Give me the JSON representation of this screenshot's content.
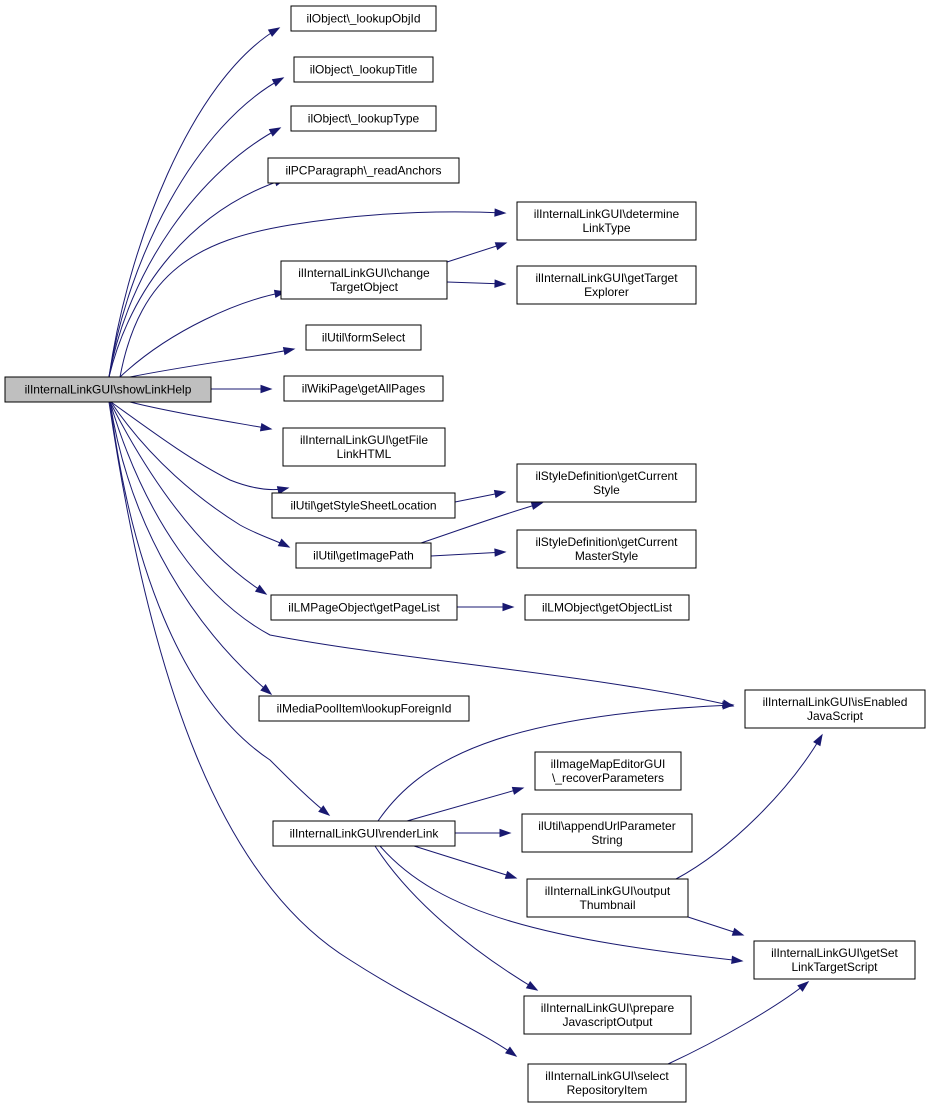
{
  "graph": {
    "edge_color": "#191970",
    "root_fill": "#bfbfbf",
    "nodes": [
      {
        "id": "root",
        "lines": [
          "ilInternalLinkGUI\\showLinkHelp"
        ],
        "root": true
      },
      {
        "id": "n1",
        "lines": [
          "ilObject\\_lookupObjId"
        ]
      },
      {
        "id": "n2",
        "lines": [
          "ilObject\\_lookupTitle"
        ]
      },
      {
        "id": "n3",
        "lines": [
          "ilObject\\_lookupType"
        ]
      },
      {
        "id": "n4",
        "lines": [
          "ilPCParagraph\\_readAnchors"
        ]
      },
      {
        "id": "n5",
        "lines": [
          "ilInternalLinkGUI\\change",
          "TargetObject"
        ]
      },
      {
        "id": "n6",
        "lines": [
          "ilInternalLinkGUI\\determine",
          "LinkType"
        ]
      },
      {
        "id": "n7",
        "lines": [
          "ilInternalLinkGUI\\getTarget",
          "Explorer"
        ]
      },
      {
        "id": "n8",
        "lines": [
          "ilUtil\\formSelect"
        ]
      },
      {
        "id": "n9",
        "lines": [
          "ilWikiPage\\getAllPages"
        ]
      },
      {
        "id": "n10",
        "lines": [
          "ilInternalLinkGUI\\getFile",
          "LinkHTML"
        ]
      },
      {
        "id": "n11",
        "lines": [
          "ilUtil\\getStyleSheetLocation"
        ]
      },
      {
        "id": "n12",
        "lines": [
          "ilStyleDefinition\\getCurrent",
          "Style"
        ]
      },
      {
        "id": "n13",
        "lines": [
          "ilUtil\\getImagePath"
        ]
      },
      {
        "id": "n14",
        "lines": [
          "ilStyleDefinition\\getCurrent",
          "MasterStyle"
        ]
      },
      {
        "id": "n15",
        "lines": [
          "ilLMPageObject\\getPageList"
        ]
      },
      {
        "id": "n16",
        "lines": [
          "ilLMObject\\getObjectList"
        ]
      },
      {
        "id": "n17",
        "lines": [
          "ilInternalLinkGUI\\isEnabled",
          "JavaScript"
        ]
      },
      {
        "id": "n18",
        "lines": [
          "ilMediaPoolItem\\lookupForeignId"
        ]
      },
      {
        "id": "n19",
        "lines": [
          "ilImageMapEditorGUI",
          "\\_recoverParameters"
        ]
      },
      {
        "id": "n20",
        "lines": [
          "ilInternalLinkGUI\\renderLink"
        ]
      },
      {
        "id": "n21",
        "lines": [
          "ilUtil\\appendUrlParameter",
          "String"
        ]
      },
      {
        "id": "n22",
        "lines": [
          "ilInternalLinkGUI\\output",
          "Thumbnail"
        ]
      },
      {
        "id": "n23",
        "lines": [
          "ilInternalLinkGUI\\getSet",
          "LinkTargetScript"
        ]
      },
      {
        "id": "n24",
        "lines": [
          "ilInternalLinkGUI\\prepare",
          "JavascriptOutput"
        ]
      },
      {
        "id": "n25",
        "lines": [
          "ilInternalLinkGUI\\select",
          "RepositoryItem"
        ]
      }
    ],
    "edges": [
      [
        "root",
        "n1"
      ],
      [
        "root",
        "n2"
      ],
      [
        "root",
        "n3"
      ],
      [
        "root",
        "n4"
      ],
      [
        "root",
        "n5"
      ],
      [
        "root",
        "n6"
      ],
      [
        "root",
        "n8"
      ],
      [
        "root",
        "n9"
      ],
      [
        "root",
        "n10"
      ],
      [
        "root",
        "n11"
      ],
      [
        "root",
        "n13"
      ],
      [
        "root",
        "n15"
      ],
      [
        "root",
        "n17"
      ],
      [
        "root",
        "n18"
      ],
      [
        "root",
        "n20"
      ],
      [
        "root",
        "n25"
      ],
      [
        "n5",
        "n6"
      ],
      [
        "n5",
        "n7"
      ],
      [
        "n11",
        "n12"
      ],
      [
        "n13",
        "n12"
      ],
      [
        "n13",
        "n14"
      ],
      [
        "n15",
        "n16"
      ],
      [
        "n20",
        "n17"
      ],
      [
        "n20",
        "n19"
      ],
      [
        "n20",
        "n21"
      ],
      [
        "n20",
        "n22"
      ],
      [
        "n20",
        "n23"
      ],
      [
        "n20",
        "n24"
      ],
      [
        "n22",
        "n17"
      ],
      [
        "n22",
        "n23"
      ],
      [
        "n25",
        "n23"
      ]
    ]
  }
}
